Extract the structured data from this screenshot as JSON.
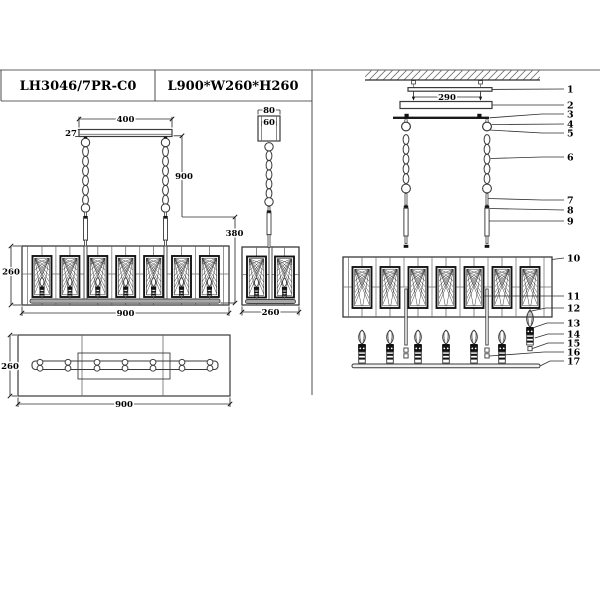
{
  "title_block": {
    "model": "LH3046/7PR-C0",
    "size": "L900*W260*H260"
  },
  "front_view": {
    "dim_top_width": "400",
    "dim_canopy_height": "27",
    "dim_drop_height": "900",
    "dim_rod_length": "380",
    "dim_body_height": "260",
    "dim_body_width": "900"
  },
  "side_view": {
    "dim_canopy_width": "80",
    "dim_canopy_inner_width": "60",
    "dim_body_depth": "260"
  },
  "bottom_view": {
    "dim_body_depth": "260",
    "dim_body_width": "900"
  },
  "exploded_view": {
    "dim_mount_hole_spacing": "290",
    "part_numbers": [
      "1",
      "2",
      "3",
      "4",
      "5",
      "6",
      "7",
      "8",
      "9",
      "10",
      "11",
      "12",
      "13",
      "14",
      "15",
      "16",
      "17"
    ]
  }
}
